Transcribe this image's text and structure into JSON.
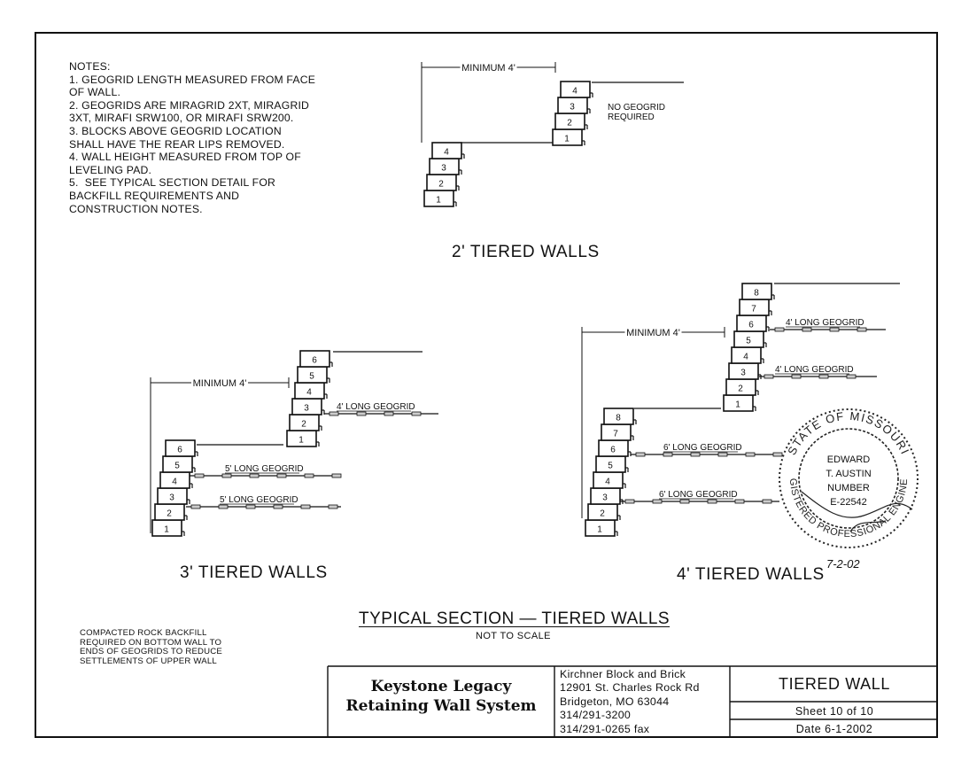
{
  "notes": [
    "NOTES:",
    "1. GEOGRID LENGTH MEASURED FROM FACE",
    "OF WALL.",
    "2. GEOGRIDS ARE MIRAGRID 2XT, MIRAGRID",
    "3XT, MIRAFI SRW100, OR MIRAFI SRW200.",
    "3. BLOCKS ABOVE GEOGRID LOCATION",
    "SHALL HAVE THE REAR LIPS REMOVED.",
    "4. WALL HEIGHT MEASURED FROM TOP OF",
    "LEVELING PAD.",
    "5.  SEE TYPICAL SECTION DETAIL FOR",
    "BACKFILL REQUIREMENTS AND",
    "CONSTRUCTION NOTES."
  ],
  "labels": {
    "minimum": "MINIMUM 4'",
    "no_geogrid": [
      "NO GEOGRID",
      "REQUIRED"
    ],
    "g4": "4' LONG GEOGRID",
    "g5": "5' LONG GEOGRID",
    "g6": "6' LONG GEOGRID"
  },
  "diagrams": {
    "two_ft_title": "2' TIERED WALLS",
    "three_ft_title": "3' TIERED WALLS",
    "four_ft_title": "4' TIERED WALLS"
  },
  "blocks": {
    "two_ft_lower": [
      "1",
      "2",
      "3",
      "4"
    ],
    "two_ft_upper": [
      "1",
      "2",
      "3",
      "4"
    ],
    "three_ft_lower": [
      "1",
      "2",
      "3",
      "4",
      "5",
      "6"
    ],
    "three_ft_upper": [
      "1",
      "2",
      "3",
      "4",
      "5",
      "6"
    ],
    "four_ft_lower": [
      "1",
      "2",
      "3",
      "4",
      "5",
      "6",
      "7",
      "8"
    ],
    "four_ft_upper": [
      "1",
      "2",
      "3",
      "4",
      "5",
      "6",
      "7",
      "8"
    ]
  },
  "backfill_note": [
    "COMPACTED ROCK BACKFILL",
    "REQUIRED ON BOTTOM WALL TO",
    "ENDS OF GEOGRIDS TO REDUCE",
    "SETTLEMENTS OF UPPER WALL"
  ],
  "section": {
    "title": "TYPICAL SECTION — TIERED WALLS",
    "subtitle": "NOT TO SCALE"
  },
  "seal": {
    "ring_top": "STATE OF MISSOURI",
    "ring_bottom": "REGISTERED PROFESSIONAL ENGINEER",
    "name1": "EDWARD",
    "name2": "T. AUSTIN",
    "number_label": "NUMBER",
    "number": "E-22542",
    "signature_date": "7-2-02"
  },
  "title_block": {
    "company_line1": "Keystone Legacy",
    "company_line2": "Retaining Wall System",
    "address": [
      "Kirchner Block and Brick",
      "12901 St. Charles Rock Rd",
      "Bridgeton, MO   63044",
      "314/291-3200",
      "314/291-0265 fax"
    ],
    "drawing_title": "TIERED WALL",
    "sheet": "Sheet 10 of 10",
    "date": "Date 6-1-2002"
  }
}
